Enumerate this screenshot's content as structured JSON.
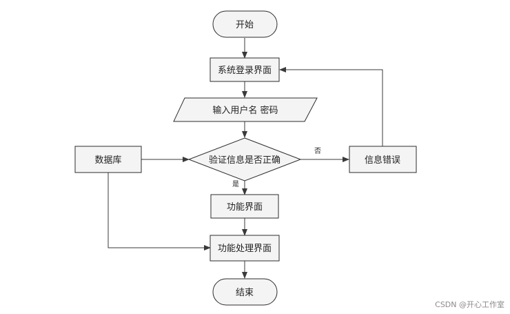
{
  "nodes": {
    "start": "开始",
    "login_page": "系统登录界面",
    "input_credentials": "输入用户名 密码",
    "verify": "验证信息是否正确",
    "database": "数据库",
    "error": "信息错误",
    "function_page": "功能界面",
    "function_process_page": "功能处理界面",
    "end": "结束"
  },
  "edges": {
    "no_label": "否",
    "yes_label": "是"
  },
  "watermark": "CSDN @开心工作室"
}
